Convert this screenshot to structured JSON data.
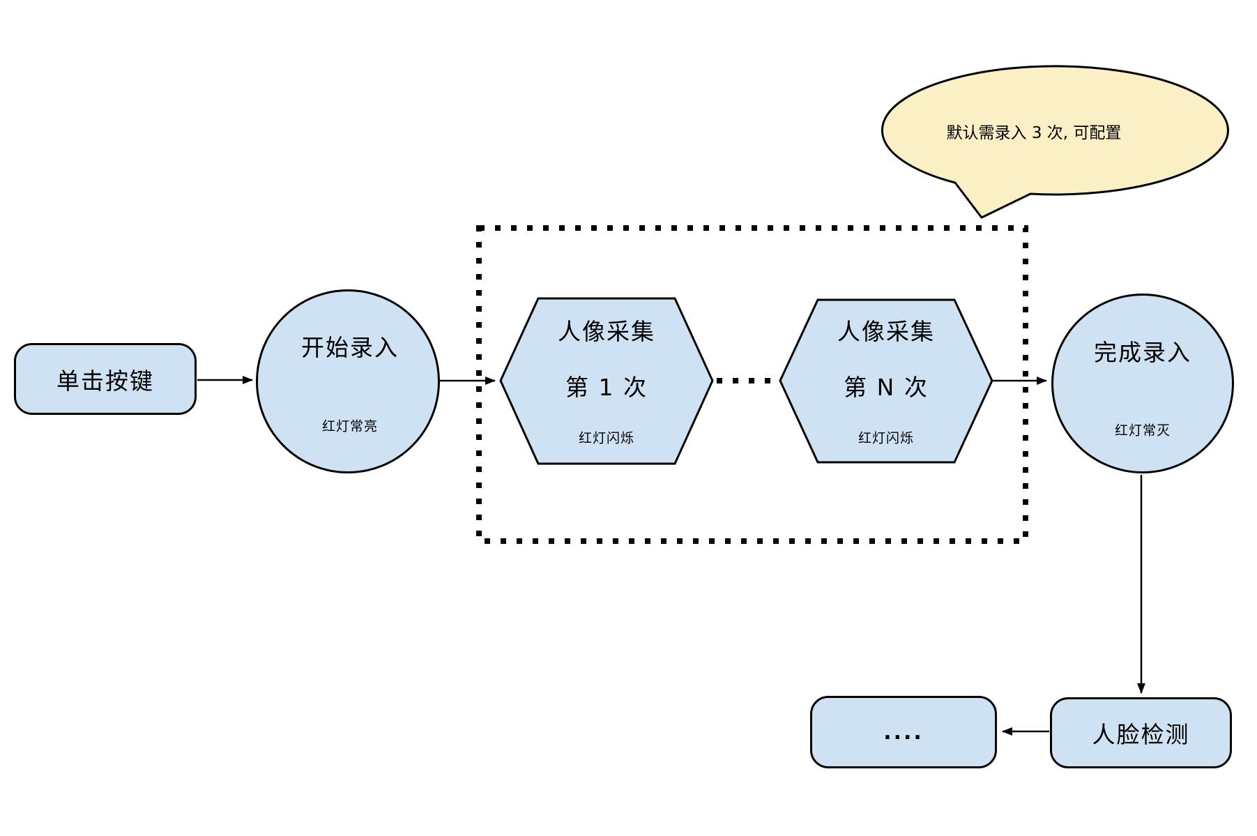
{
  "colors": {
    "node_fill": "#CFE2F3",
    "callout_fill": "#FBEFC6",
    "stroke": "#000000",
    "background": "#FFFFFF"
  },
  "callout": {
    "text": "默认需录入 3 次, 可配置"
  },
  "nodes": {
    "click_button": {
      "label": "单击按键"
    },
    "start_enroll": {
      "label": "开始录入",
      "status": "红灯常亮"
    },
    "capture_first": {
      "title": "人像采集",
      "subtitle": "第 1 次",
      "status": "红灯闪烁"
    },
    "capture_nth": {
      "title": "人像采集",
      "subtitle": "第 N 次",
      "status": "红灯闪烁"
    },
    "finish_enroll": {
      "label": "完成录入",
      "status": "红灯常灭"
    },
    "face_detection": {
      "label": "人脸检测"
    },
    "continuation": {
      "label": "...."
    }
  }
}
